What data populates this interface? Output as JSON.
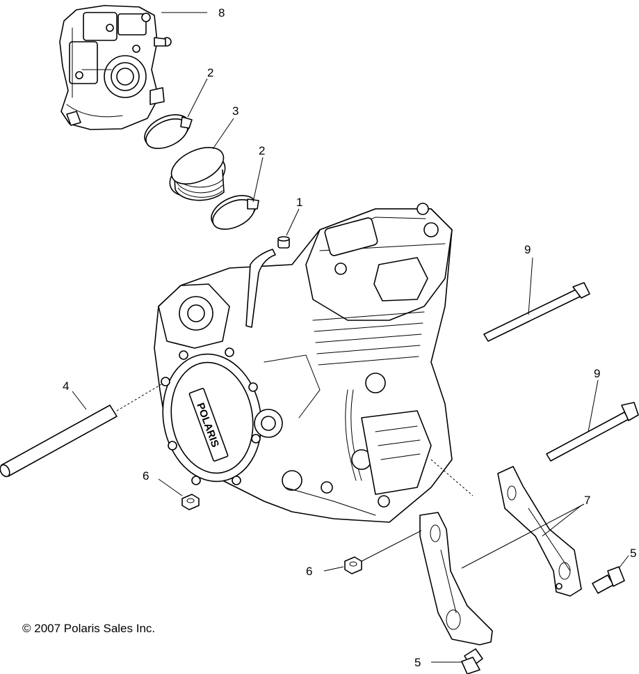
{
  "callouts": {
    "c1": "1",
    "c2a": "2",
    "c2b": "2",
    "c3": "3",
    "c4": "4",
    "c5a": "5",
    "c5b": "5",
    "c6a": "6",
    "c6b": "6",
    "c7": "7",
    "c8": "8",
    "c9a": "9",
    "c9b": "9"
  },
  "copyright": "© 2007 Polaris Sales Inc.",
  "cover_logo_text": "POLARIS"
}
